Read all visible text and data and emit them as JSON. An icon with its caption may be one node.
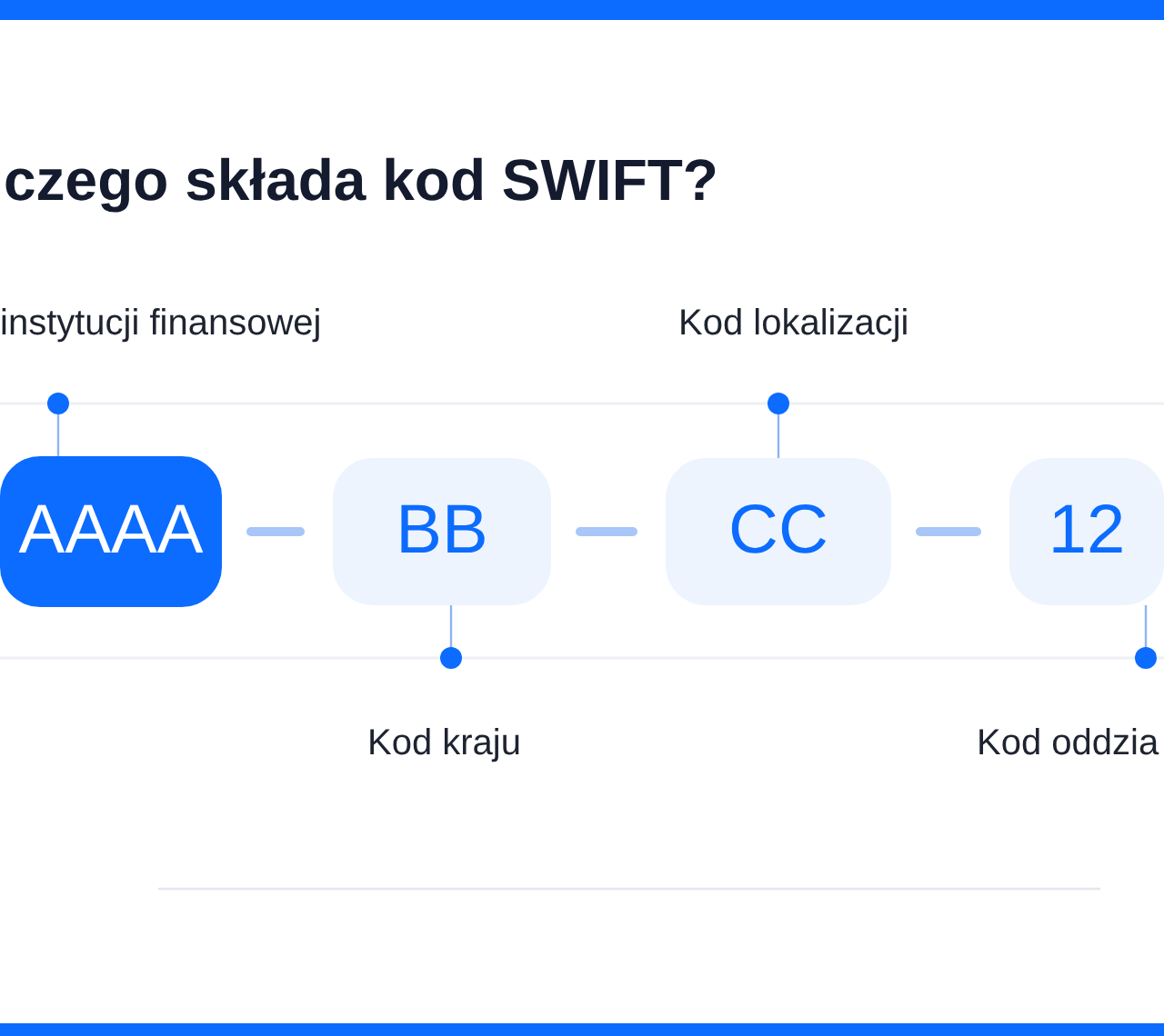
{
  "diagram": {
    "title": "czego składa kod SWIFT?",
    "nodes": [
      {
        "text": [
          "instytucji finansowej"
        ]
      },
      {
        "text": [
          "Kod lokalizacji"
        ]
      },
      {
        "text": [
          "AAAA"
        ]
      },
      {
        "text": [
          "BB"
        ]
      },
      {
        "text": [
          "CC"
        ]
      },
      {
        "text": [
          "12"
        ]
      },
      {
        "text": [
          "Kod kraju"
        ]
      },
      {
        "text": [
          "Kod oddzia"
        ]
      }
    ],
    "edges": [
      {
        "from": 2,
        "to": 3,
        "arrow": "none",
        "style": "thick"
      },
      {
        "from": 3,
        "to": 4,
        "arrow": "none",
        "style": "thick"
      },
      {
        "from": 4,
        "to": 5,
        "arrow": "none",
        "style": "thick"
      },
      {
        "from": 0,
        "to": 2,
        "arrow": "other"
      },
      {
        "from": 1,
        "to": 4,
        "arrow": "other"
      },
      {
        "from": 6,
        "to": 3,
        "arrow": "other"
      },
      {
        "from": 7,
        "to": 5,
        "arrow": "other"
      }
    ]
  }
}
